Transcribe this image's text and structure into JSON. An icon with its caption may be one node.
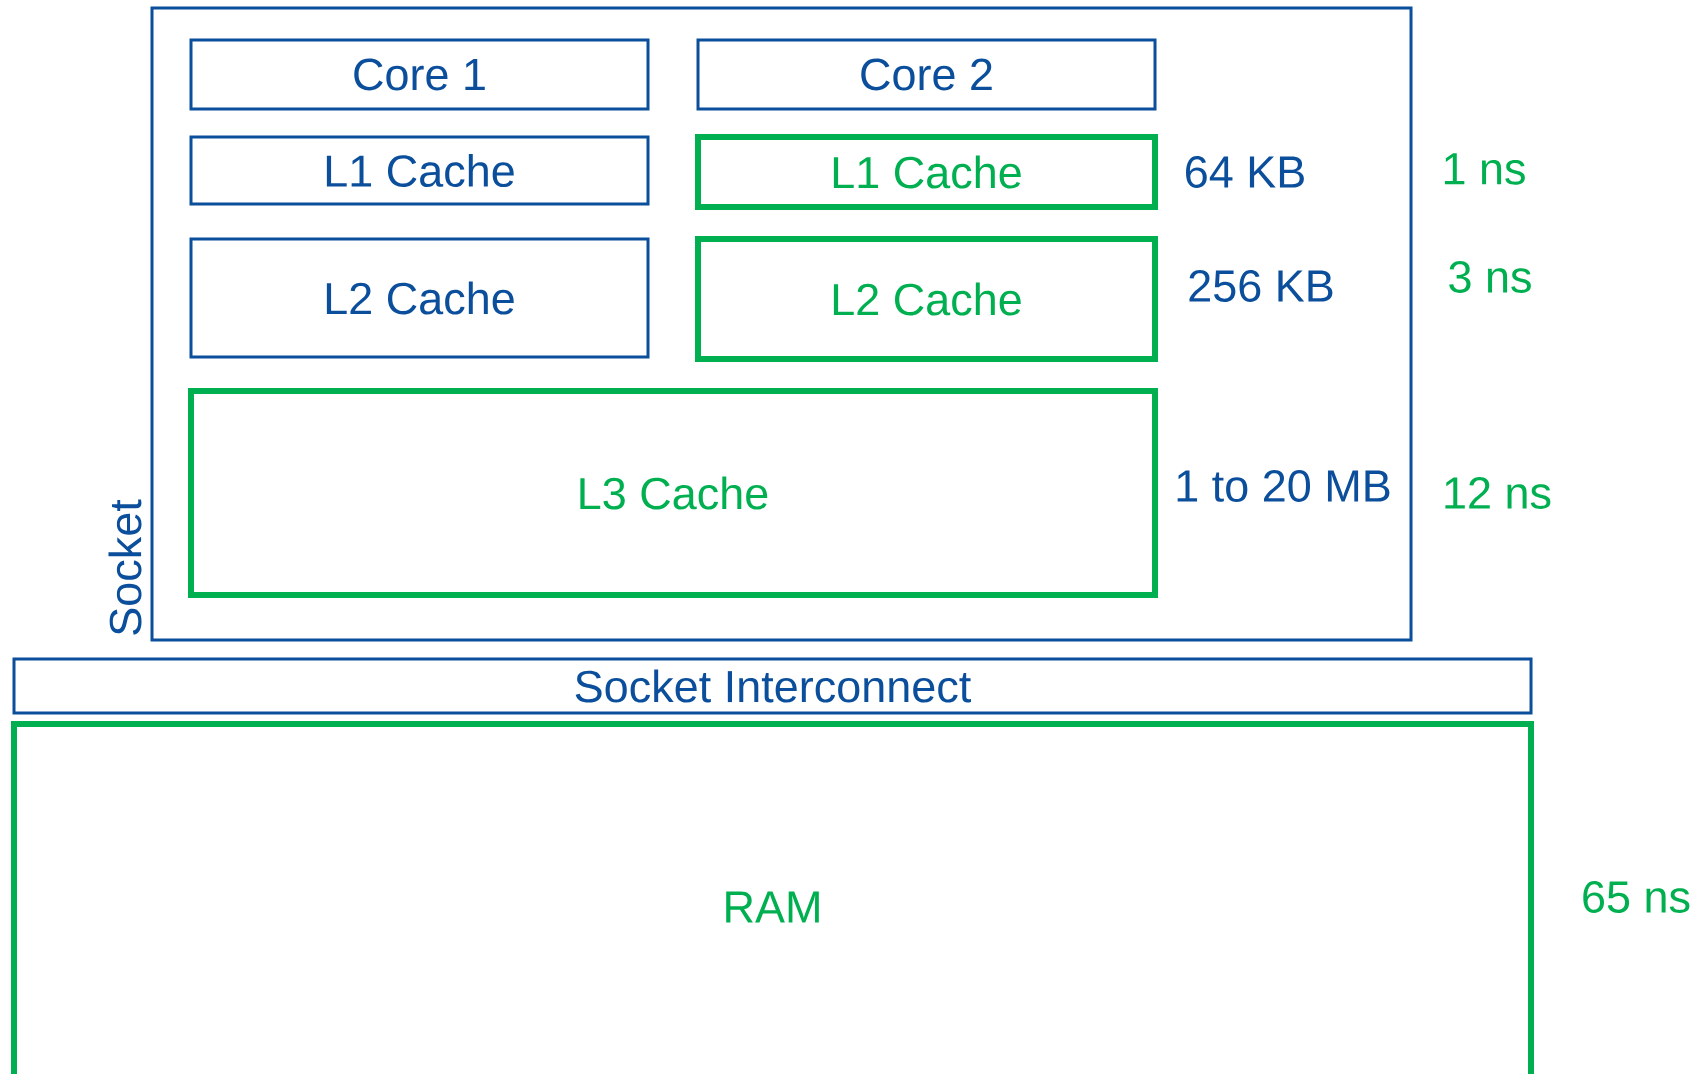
{
  "diagram": {
    "nodes": [
      {
        "text": [
          "Socket"
        ]
      },
      {
        "text": [
          "Core 1"
        ],
        "in": 0
      },
      {
        "text": [
          "Core 2"
        ],
        "in": 0
      },
      {
        "text": [
          "L1 Cache"
        ],
        "in": 0
      },
      {
        "text": [
          "L1 Cache"
        ],
        "in": 0
      },
      {
        "text": [
          "L2 Cache"
        ],
        "in": 0
      },
      {
        "text": [
          "L2 Cache"
        ],
        "in": 0
      },
      {
        "text": [
          "L3 Cache"
        ],
        "in": 0
      },
      {
        "text": [
          "Socket Interconnect"
        ]
      },
      {
        "text": [
          "RAM"
        ]
      }
    ],
    "labels": [
      "64 KB",
      "1 ns",
      "256 KB",
      "3 ns",
      "1 to 20 MB",
      "12 ns",
      "65 ns"
    ]
  }
}
